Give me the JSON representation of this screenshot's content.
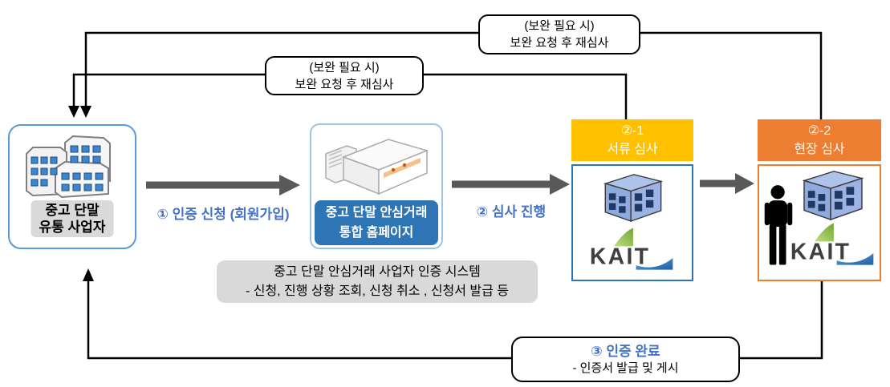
{
  "actor": {
    "line1": "중고 단말",
    "line2": "유통 사업자"
  },
  "flow": {
    "step1": "① 인증 신청 (회원가입)",
    "step2": "② 심사 진행",
    "step3_title": "③ 인증 완료",
    "step3_sub": "- 인증서 발급 및 게시"
  },
  "homepage": {
    "line1": "중고 단말 안심거래",
    "line2": "통합 홈페이지"
  },
  "system_box": {
    "line1": "중고 단말 안심거래 사업자 인증 시스템",
    "line2": "- 신청, 진행 상황 조회, 신청 취소 , 신청서 발급 등"
  },
  "review_doc": {
    "code": "②-1",
    "title": "서류 심사"
  },
  "review_site": {
    "code": "②-2",
    "title": "현장 심사"
  },
  "remand_outer": {
    "line1": "(보완 필요 시)",
    "line2": "보완 요청 후 재심사"
  },
  "remand_inner": {
    "line1": "(보완 필요 시)",
    "line2": "보완 요청 후 재심사"
  },
  "kait_logo_text": "KAIT",
  "colors": {
    "accent_blue_text": "#4472C4",
    "hub_label_blue": "#2E75B6",
    "actor_border_blue": "#5B9BD5",
    "doc_header_yellow": "#FFC000",
    "site_header_orange": "#ED7D31",
    "note_gray": "#D9D9D9",
    "arrow_gray": "#595959",
    "wire_black": "#000000"
  }
}
